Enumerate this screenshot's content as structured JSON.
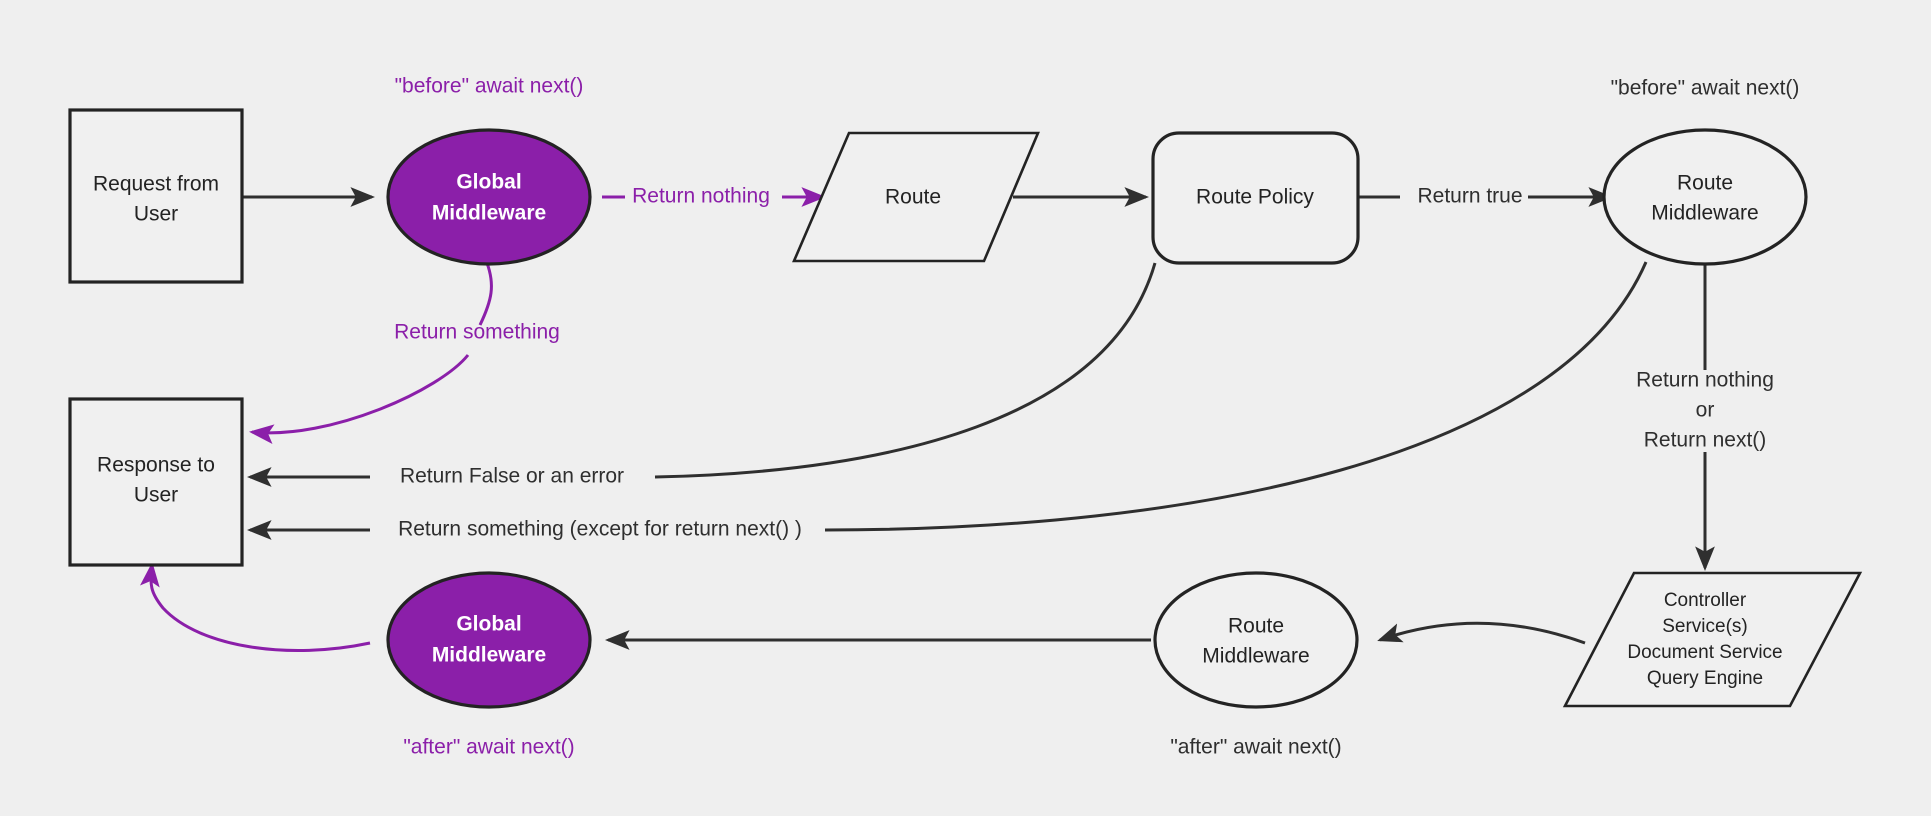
{
  "diagram": {
    "title": "Request lifecycle middleware flow",
    "background_color": "#efefef",
    "accent_color": "#8B1FA9",
    "line_color": "#2f2f2f"
  },
  "nodes": {
    "request_from_user": {
      "line1": "Request from",
      "line2": "User",
      "shape": "rectangle"
    },
    "global_middleware_top": {
      "line1": "Global",
      "line2": "Middleware",
      "shape": "ellipse",
      "fill": "#8B1FA9"
    },
    "route": {
      "line1": "Route",
      "shape": "parallelogram"
    },
    "route_policy": {
      "line1": "Route Policy",
      "shape": "rounded-rectangle"
    },
    "route_middleware_top": {
      "line1": "Route",
      "line2": "Middleware",
      "shape": "ellipse"
    },
    "controller": {
      "line1": "Controller",
      "line2": "Service(s)",
      "line3": "Document Service",
      "line4": "Query Engine",
      "shape": "parallelogram"
    },
    "route_middleware_bottom": {
      "line1": "Route",
      "line2": "Middleware",
      "shape": "ellipse"
    },
    "global_middleware_bottom": {
      "line1": "Global",
      "line2": "Middleware",
      "shape": "ellipse",
      "fill": "#8B1FA9"
    },
    "response_to_user": {
      "line1": "Response to",
      "line2": "User",
      "shape": "rectangle"
    }
  },
  "annotations": {
    "before_await_next_global": "\"before\" await next()",
    "before_await_next_route": "\"before\" await next()",
    "after_await_next_global": "\"after\" await next()",
    "after_await_next_route": "\"after\" await next()"
  },
  "edge_labels": {
    "return_nothing_global": "Return nothing",
    "return_something_global": "Return something",
    "return_true": "Return true",
    "return_nothing_route_l1": "Return nothing",
    "return_nothing_route_l2": "or",
    "return_nothing_route_l3": "Return next()",
    "return_false_or_error": "Return False or an error",
    "return_something_except": "Return something (except for return next() )"
  }
}
